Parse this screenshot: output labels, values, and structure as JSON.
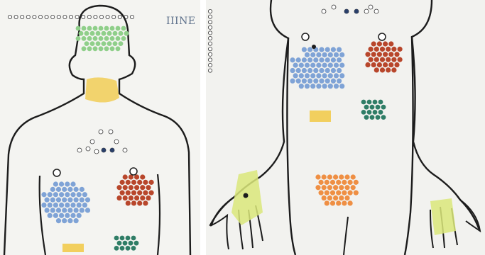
{
  "handwriting_label": "IIINE",
  "colors": {
    "paper": "#f4f4f1",
    "outline": "#1c1c1c",
    "green": "#8fcf8a",
    "yellow": "#f2cf5e",
    "blue": "#7fa3d6",
    "red": "#b8462b",
    "teal": "#2f7d66",
    "orange": "#ef8f43",
    "lime": "#dbe87a",
    "navy": "#2a3f6a"
  },
  "panels": [
    {
      "name": "posterior-back-view",
      "description_visible": false
    },
    {
      "name": "anterior-front-view",
      "description_visible": false
    }
  ]
}
